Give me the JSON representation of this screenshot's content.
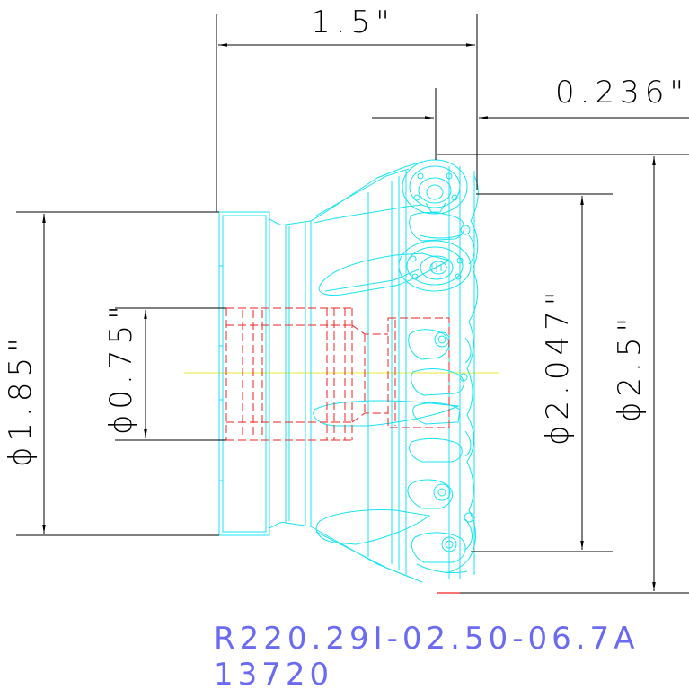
{
  "drawing": {
    "dimensions": {
      "overall_length": "1.5\"",
      "insert_offset": "0.236\"",
      "shank_diameter": "ϕ1.85\"",
      "bore_diameter": "ϕ0.75\"",
      "pitch_diameter": "ϕ2.047\"",
      "cutting_diameter": "ϕ2.5\""
    },
    "part_number": "R220.29I-02.50-06.7A",
    "item_number": "13720",
    "colors": {
      "dimension_lines": "#000000",
      "body_outline": "#19e3f0",
      "hidden_bore": "#f02222",
      "centerline": "#e8e830",
      "title_text": "#6a6af2"
    }
  }
}
